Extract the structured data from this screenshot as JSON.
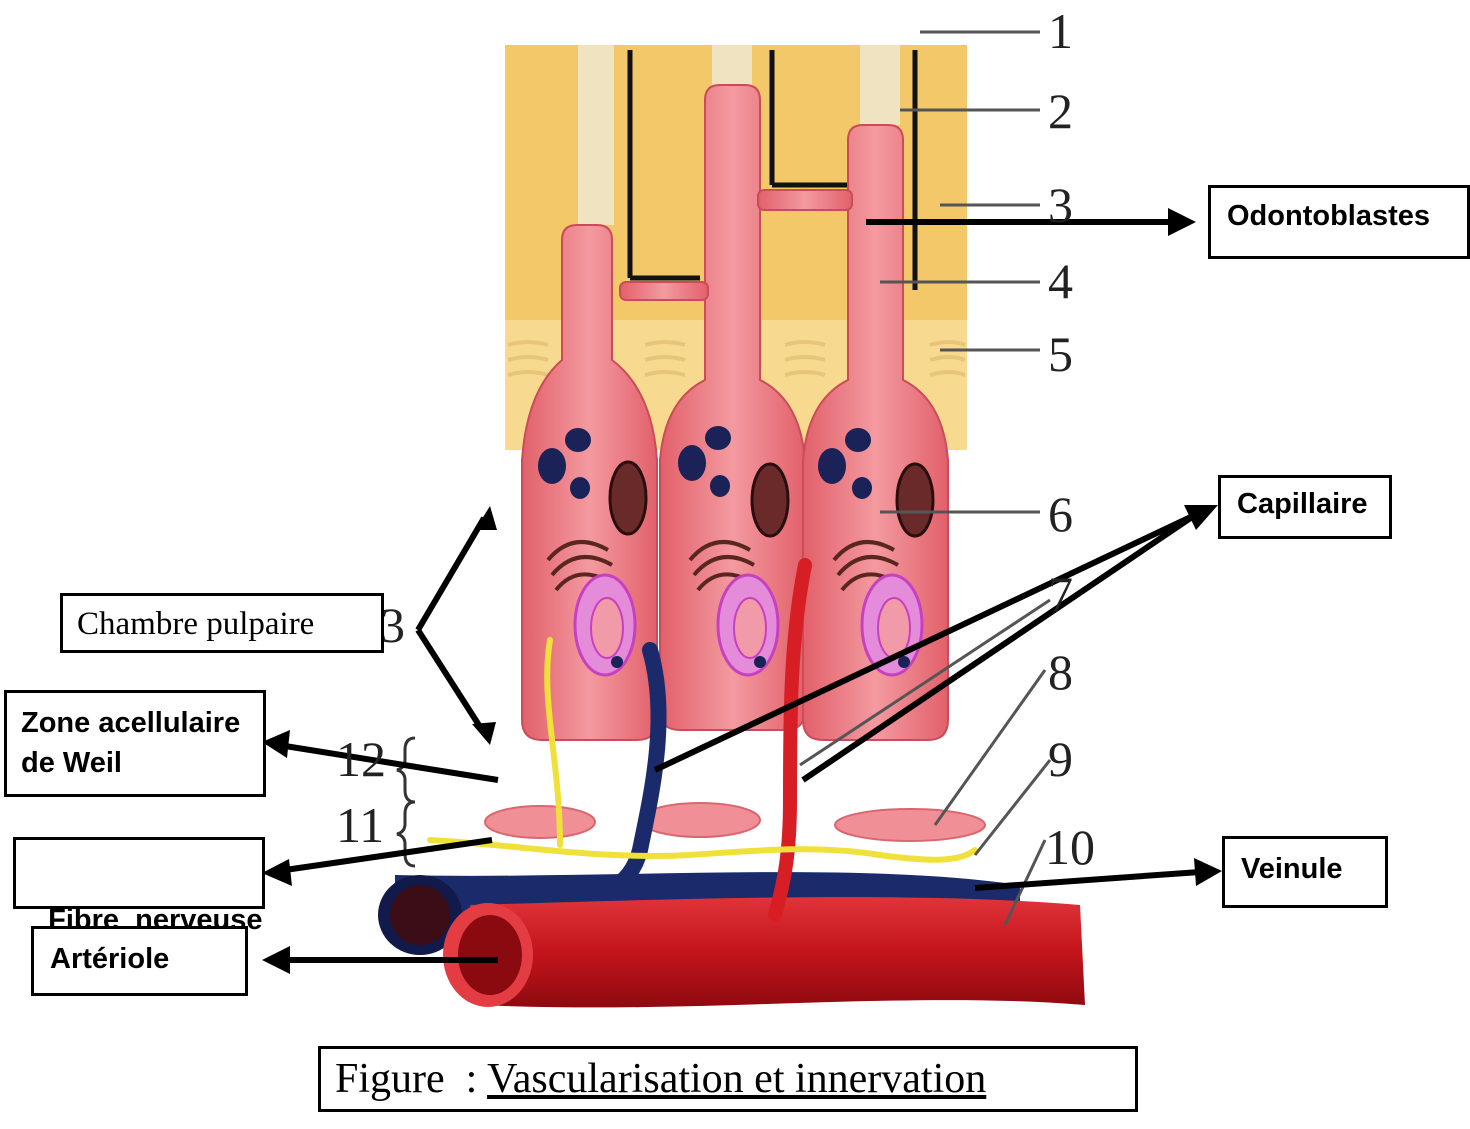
{
  "labels": {
    "odontoblastes": "Odontoblastes",
    "capillaire": "Capillaire",
    "chambre_pulpaire": "Chambre pulpaire",
    "zone_line1": "Zone acellulaire",
    "zone_line2": "de Weil",
    "fibre_nerveuse": "Fibre  nerveuse",
    "arteriole": "Artériole",
    "veinule": "Veinule"
  },
  "numbers": [
    "1",
    "2",
    "3",
    "4",
    "5",
    "6",
    "7",
    "8",
    "9",
    "10",
    "11",
    "12",
    "3"
  ],
  "caption": {
    "prefix": "Figure  : ",
    "title": "Vascularisation et innervation"
  },
  "colors": {
    "dentin": "#f3c869",
    "cell": "#e8727a",
    "artery": "#c8161d",
    "vein": "#1b2a6b",
    "nerve": "#f0e13a"
  }
}
